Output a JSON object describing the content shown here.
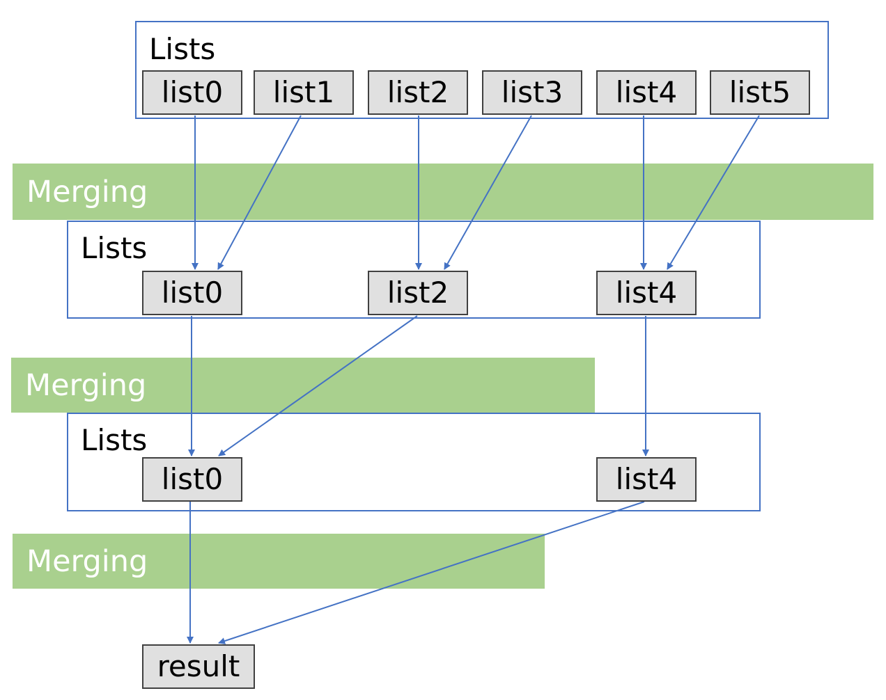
{
  "colors": {
    "band": "#a9d08e",
    "band_text": "#ffffff",
    "box_border": "#4472c4",
    "list_fill": "#e0e0e0",
    "list_border": "#404040",
    "arrow": "#4472c4"
  },
  "stages": {
    "s0": {
      "title": "Lists",
      "items": [
        "list0",
        "list1",
        "list2",
        "list3",
        "list4",
        "list5"
      ]
    },
    "s1": {
      "title": "Lists",
      "items": [
        "list0",
        "list2",
        "list4"
      ]
    },
    "s2": {
      "title": "Lists",
      "items": [
        "list0",
        "list4"
      ]
    }
  },
  "merging": [
    "Merging",
    "Merging",
    "Merging"
  ],
  "result": "result"
}
